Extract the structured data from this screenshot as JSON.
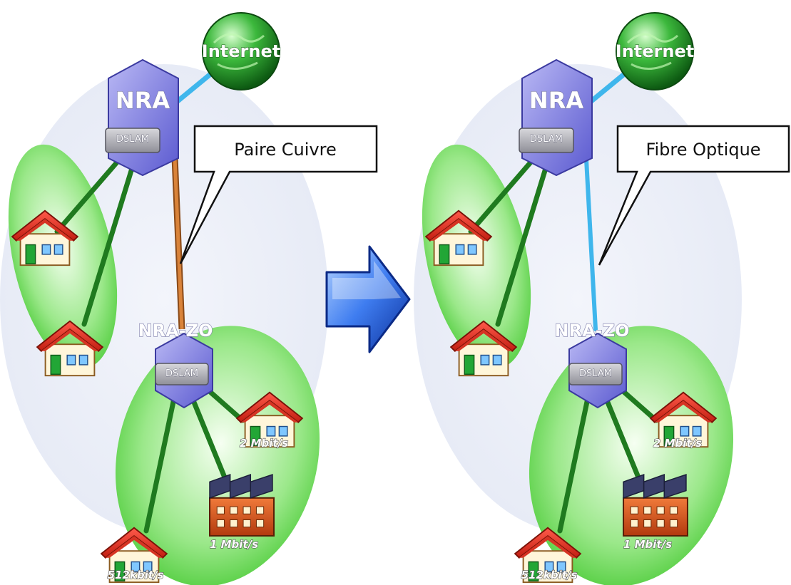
{
  "panels": [
    {
      "id": "copper",
      "cloud_label": "Internet",
      "nra_label": "NRA",
      "nrazo_label": "NRA-ZO",
      "dslam_label": "DSLAM",
      "callout_label": "Paire Cuivre",
      "link_color": "#c8752a",
      "speeds": [
        "2 Mbit/s",
        "1 Mbit/s",
        "512kbit/s"
      ]
    },
    {
      "id": "fiber",
      "cloud_label": "Internet",
      "nra_label": "NRA",
      "nrazo_label": "NRA-ZO",
      "dslam_label": "DSLAM",
      "callout_label": "Fibre Optique",
      "link_color": "#3fb6ec",
      "speeds": [
        "2 Mbit/s",
        "1 Mbit/s",
        "512kbit/s"
      ]
    }
  ],
  "colors": {
    "green_link": "#1f7a1f",
    "green_zone": "#7ee06a",
    "internet_link": "#3fb6ec",
    "arrow": "#2f6fe0"
  },
  "icons": [
    "globe-icon",
    "server-icon",
    "house-icon",
    "factory-icon",
    "arrow-right-icon"
  ]
}
